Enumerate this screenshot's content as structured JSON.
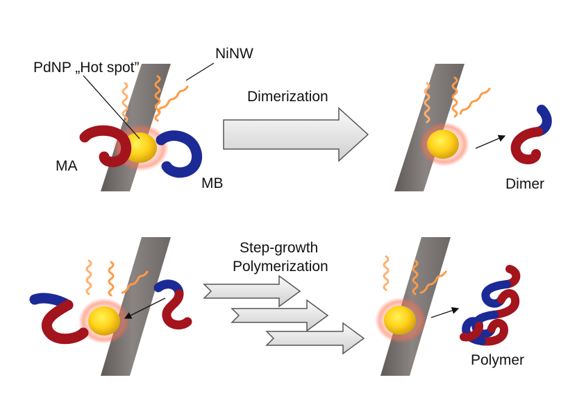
{
  "labels": {
    "hotspot": "PdNP „Hot spot”",
    "ninw": "NiNW",
    "ma": "MA",
    "mb": "MB",
    "dimerization": "Dimerization",
    "dimer": "Dimer",
    "step_growth_line1": "Step-growth",
    "step_growth_line2": "Polymerization",
    "polymer": "Polymer"
  },
  "colors": {
    "nanowire": "#7d7775",
    "particle": "#ffd21a",
    "glow": "#ff7755",
    "monomer_a": "#a3141c",
    "monomer_b": "#1c2a96",
    "heat": "#ff9a45",
    "arrow_fill": "#ececec"
  }
}
